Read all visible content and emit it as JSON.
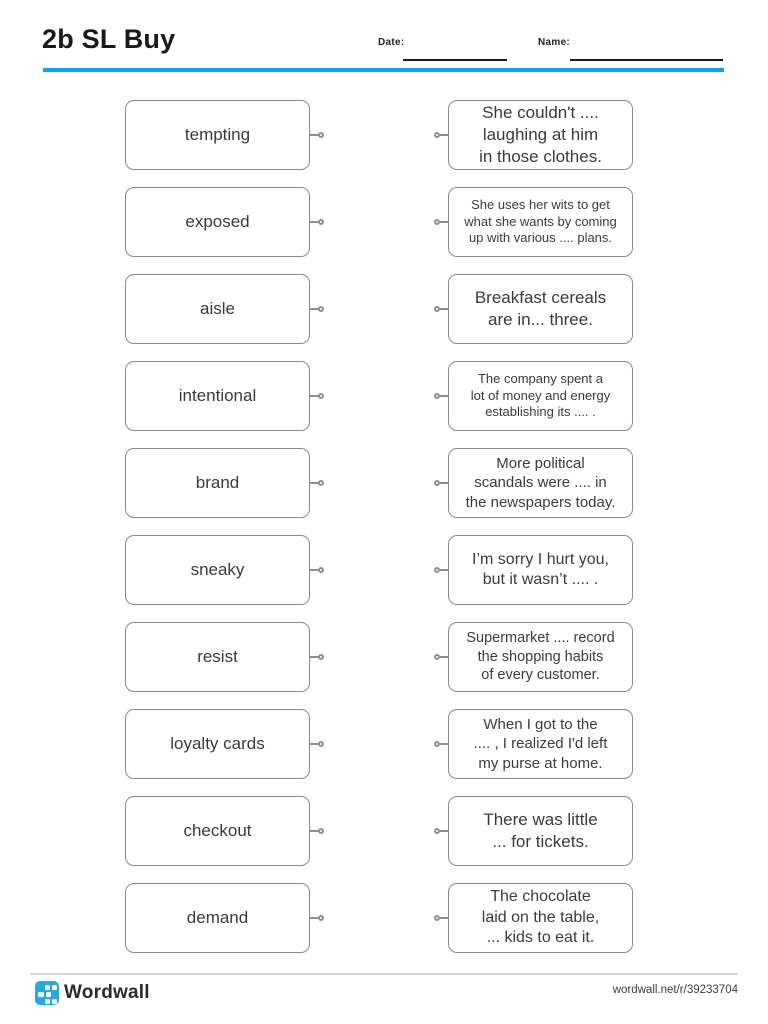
{
  "header": {
    "title": "2b SL Buy",
    "date_label": "Date:",
    "name_label": "Name:"
  },
  "colors": {
    "accent": "#0ca6e8",
    "logo_blue": "#29a8e0",
    "card_border": "#898989"
  },
  "pairs": [
    {
      "left": "tempting",
      "right": "She couldn't ....\nlaughing at him\nin those clothes."
    },
    {
      "left": "exposed",
      "right": "She uses her wits to get\nwhat she wants by coming\nup with various .... plans."
    },
    {
      "left": "aisle",
      "right": "Breakfast cereals\nare in... three."
    },
    {
      "left": "intentional",
      "right": "The company spent a\nlot of money and energy\nestablishing its .... ."
    },
    {
      "left": "brand",
      "right": "More political\nscandals were .... in\nthe newspapers today."
    },
    {
      "left": "sneaky",
      "right": "I’m sorry I hurt you,\nbut it wasn’t .... ."
    },
    {
      "left": "resist",
      "right": "Supermarket .... record\nthe shopping habits\nof every customer."
    },
    {
      "left": "loyalty cards",
      "right": "When I got to the\n.... , I realized I'd left\nmy purse at home."
    },
    {
      "left": "checkout",
      "right": "There was little\n... for tickets."
    },
    {
      "left": "demand",
      "right": "The chocolate\nlaid on the table,\n... kids to eat it."
    }
  ],
  "footer": {
    "brand": "Wordwall",
    "logo_icon": "wordwall-grid-icon",
    "url": "wordwall.net/r/39233704"
  }
}
